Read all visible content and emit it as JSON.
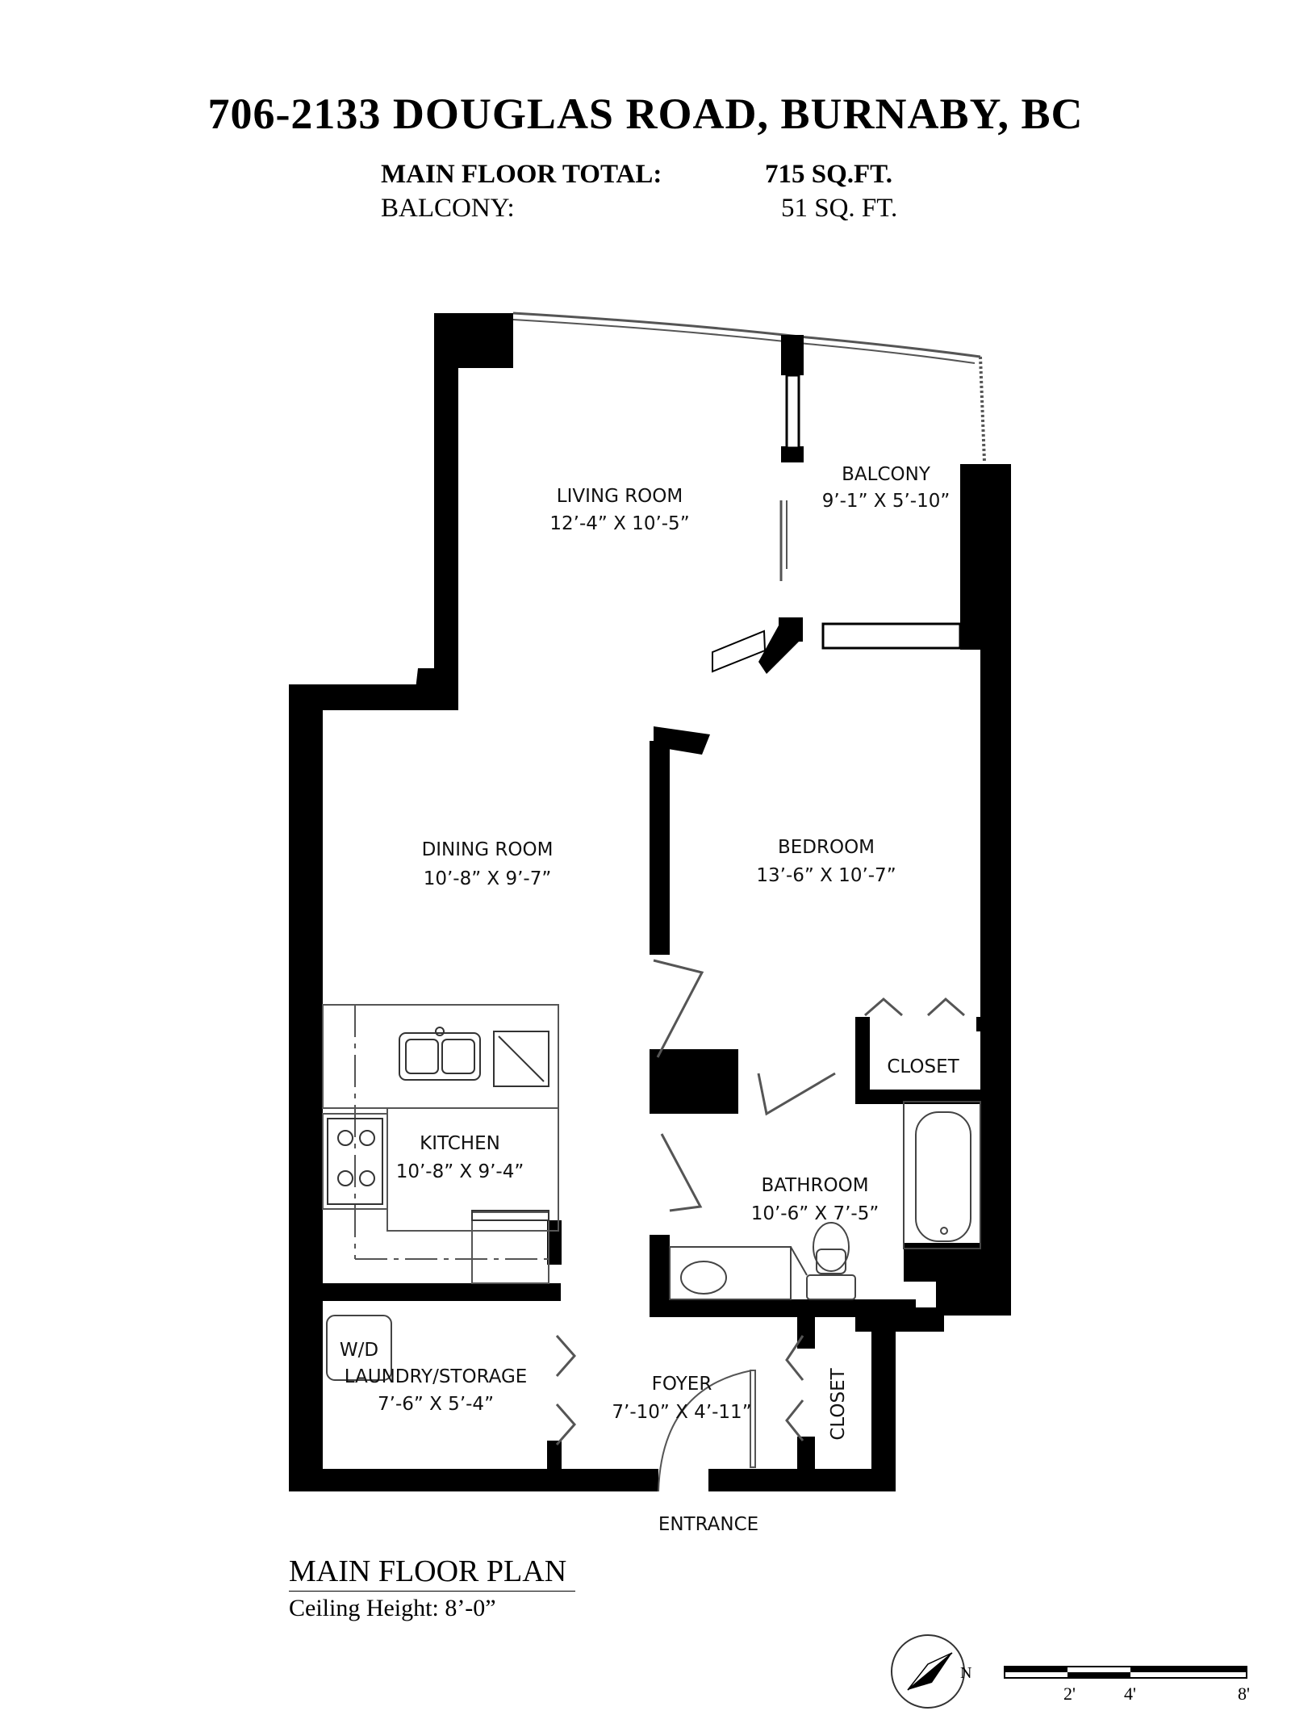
{
  "header": {
    "address": "706-2133 DOUGLAS ROAD, BURNABY, BC",
    "main_floor_label": "MAIN FLOOR TOTAL:",
    "main_floor_value": "715 SQ.FT.",
    "balcony_label": "BALCONY:",
    "balcony_value": "51 SQ. FT."
  },
  "rooms": {
    "living": {
      "name": "LIVING ROOM",
      "dims": "12’-4” X 10’-5”"
    },
    "balcony": {
      "name": "BALCONY",
      "dims": "9’-1” X 5’-10”"
    },
    "dining": {
      "name": "DINING ROOM",
      "dims": "10’-8” X 9’-7”"
    },
    "bedroom": {
      "name": "BEDROOM",
      "dims": "13’-6” X 10’-7”"
    },
    "closet_bed": {
      "name": "CLOSET"
    },
    "kitchen": {
      "name": "KITCHEN",
      "dims": "10’-8” X 9’-4”"
    },
    "bathroom": {
      "name": "BATHROOM",
      "dims": "10’-6” X 7’-5”"
    },
    "laundry": {
      "name": "LAUNDRY/STORAGE",
      "dims": "7’-6” X 5’-4”",
      "appliance": "W/D"
    },
    "foyer": {
      "name": "FOYER",
      "dims": "7’-10” X 4’-11”"
    },
    "closet_foyer": {
      "name": "CLOSET"
    },
    "entrance": {
      "name": "ENTRANCE"
    }
  },
  "footer": {
    "plan_title": "MAIN FLOOR PLAN",
    "ceiling": "Ceiling Height: 8’-0”",
    "compass_letter": "N",
    "scale_labels": [
      "2'",
      "4'",
      "8'"
    ]
  }
}
